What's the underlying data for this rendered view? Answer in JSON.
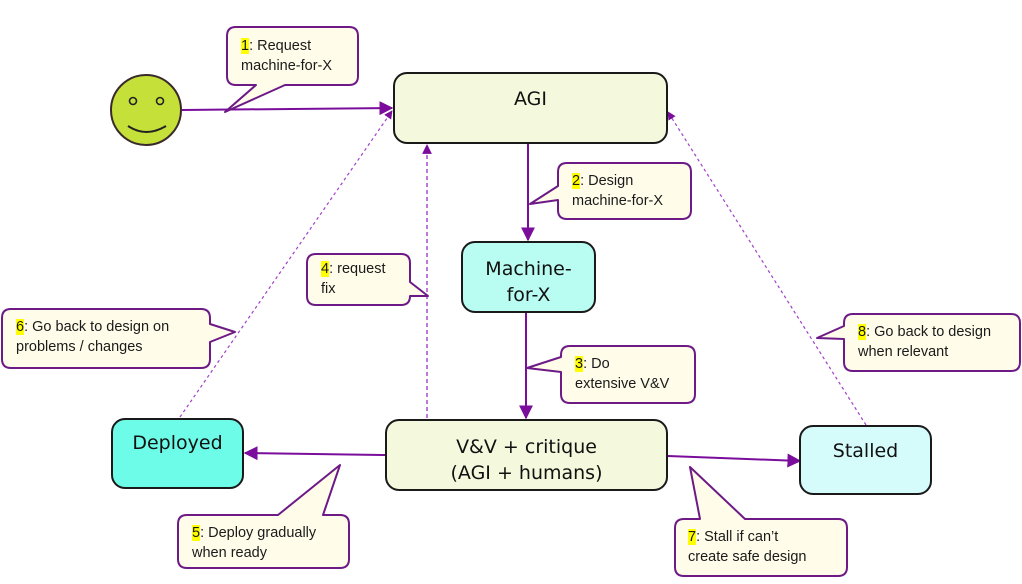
{
  "colors": {
    "arrow": "#7a0d9c",
    "node_light": "#f4f8dc",
    "node_cyan": "#b8fcf2",
    "node_cyan_strong": "#6dfce8",
    "node_stalled": "#d5fbfb",
    "callout_fill": "#fffdea",
    "callout_border": "#6d1a86",
    "smiley_fill": "#c6e03a",
    "highlight": "#ffff00"
  },
  "actor": {
    "icon": "smiley-face-icon",
    "label": ""
  },
  "nodes": {
    "agi": {
      "label": "AGI"
    },
    "machine": {
      "line1": "Machine-",
      "line2": "for-X"
    },
    "vv": {
      "line1": "V&V + critique",
      "line2": "(AGI + humans)"
    },
    "deployed": {
      "label": "Deployed"
    },
    "stalled": {
      "label": "Stalled"
    }
  },
  "callouts": [
    {
      "step": "1",
      "line1": ": Request",
      "line2": "machine-for-X"
    },
    {
      "step": "2",
      "line1": ": Design",
      "line2": "machine-for-X"
    },
    {
      "step": "3",
      "line1": ": Do",
      "line2": "extensive V&V"
    },
    {
      "step": "4",
      "line1": ": request",
      "line2": "fix"
    },
    {
      "step": "5",
      "line1": ": Deploy gradually",
      "line2": "when ready"
    },
    {
      "step": "6",
      "line1": ": Go back to design on",
      "line2": "problems / changes"
    },
    {
      "step": "7",
      "line1": ": Stall if can’t",
      "line2": "create safe design"
    },
    {
      "step": "8",
      "line1": ": Go back to design",
      "line2": "when relevant"
    }
  ]
}
